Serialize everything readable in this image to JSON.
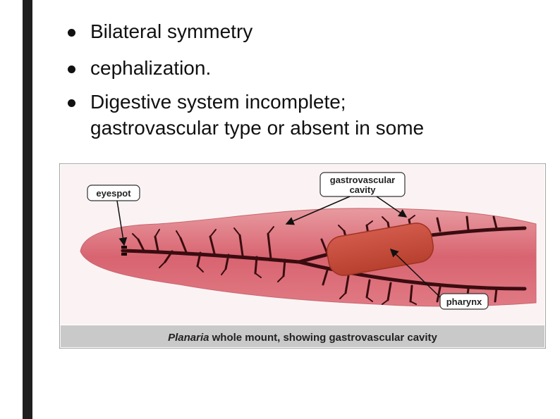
{
  "bullets": [
    {
      "lines": [
        "Bilateral symmetry"
      ]
    },
    {
      "lines": [
        "cephalization."
      ]
    },
    {
      "lines": [
        "Digestive system incomplete;",
        "gastrovascular type or absent in some"
      ]
    }
  ],
  "figure": {
    "labels": {
      "eyespot": "eyespot",
      "gastrovascular_line1": "gastrovascular",
      "gastrovascular_line2": "cavity",
      "pharynx": "pharynx"
    },
    "caption": {
      "italic": "Planaria",
      "rest": "whole mount, showing gastrovascular cavity"
    }
  }
}
